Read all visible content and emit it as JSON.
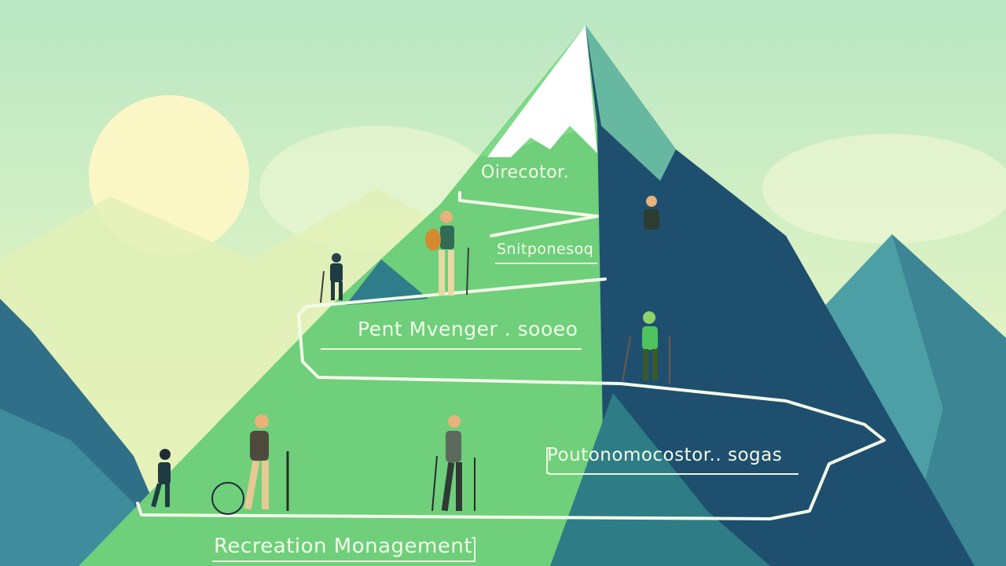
{
  "labels": {
    "top": "Oirecotor.",
    "upper_middle": "Snitponesoq",
    "middle": "Pent Mvenger . sooeo",
    "lower_middle": "Poutonomocostor.. sogas",
    "bottom": "Recreation Monagement"
  },
  "colors": {
    "sky_top": "#b9e7c4",
    "sky_bottom": "#eef6c2",
    "sun": "#fbf6c5",
    "mountain_green": "#6fcf7b",
    "mountain_dark": "#1f4f6e",
    "mountain_teal": "#3a7f93",
    "snow": "#ffffff",
    "path_line": "#f4fbe8"
  }
}
